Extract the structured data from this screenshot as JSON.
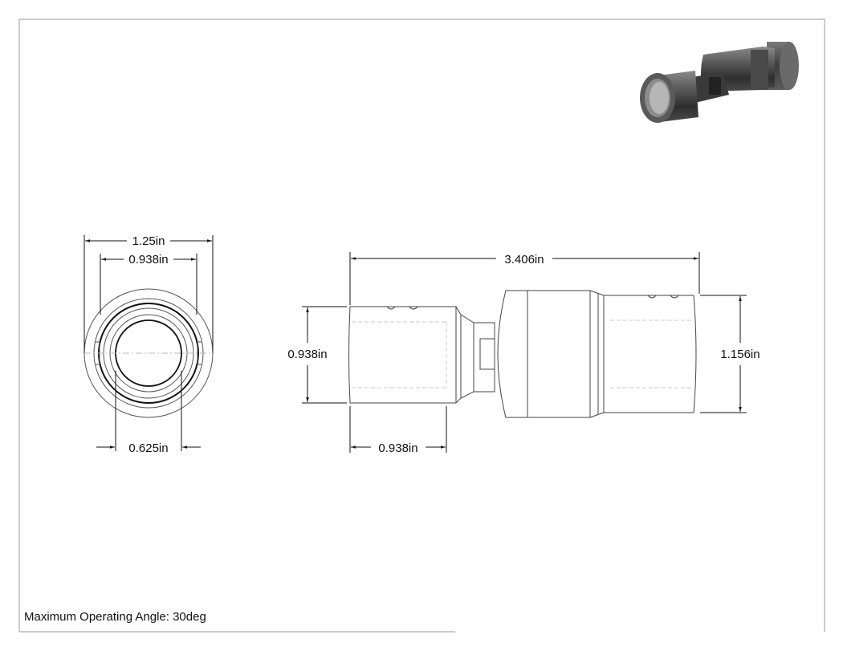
{
  "drawing": {
    "dimensions": {
      "end_outer_diameter": "1.25in",
      "end_hub_diameter": "0.938in",
      "end_bore_diameter": "0.625in",
      "overall_length": "3.406in",
      "left_hub_diameter": "0.938in",
      "right_hub_diameter": "1.156in",
      "left_hub_length": "0.938in"
    },
    "note": "Maximum Operating Angle: 30deg"
  }
}
